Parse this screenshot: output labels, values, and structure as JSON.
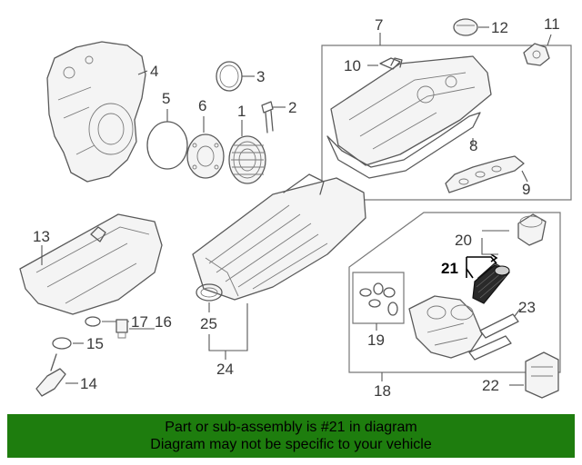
{
  "callouts": {
    "c1": "1",
    "c2": "2",
    "c3": "3",
    "c4": "4",
    "c5": "5",
    "c6": "6",
    "c7": "7",
    "c8": "8",
    "c9": "9",
    "c10": "10",
    "c11": "11",
    "c12": "12",
    "c13": "13",
    "c14": "14",
    "c15": "15",
    "c16": "16",
    "c17": "17",
    "c18": "18",
    "c19": "19",
    "c20": "20",
    "c21": "21",
    "c22": "22",
    "c23": "23",
    "c24": "24",
    "c25": "25"
  },
  "highlighted_part": "21",
  "colors": {
    "banner": "#1e7d0e",
    "highlight": "#000000",
    "line": "#5a5a5a"
  },
  "banner": {
    "line1": "Part or sub-assembly is #21 in diagram",
    "line2": "Diagram may not be specific to your vehicle"
  }
}
